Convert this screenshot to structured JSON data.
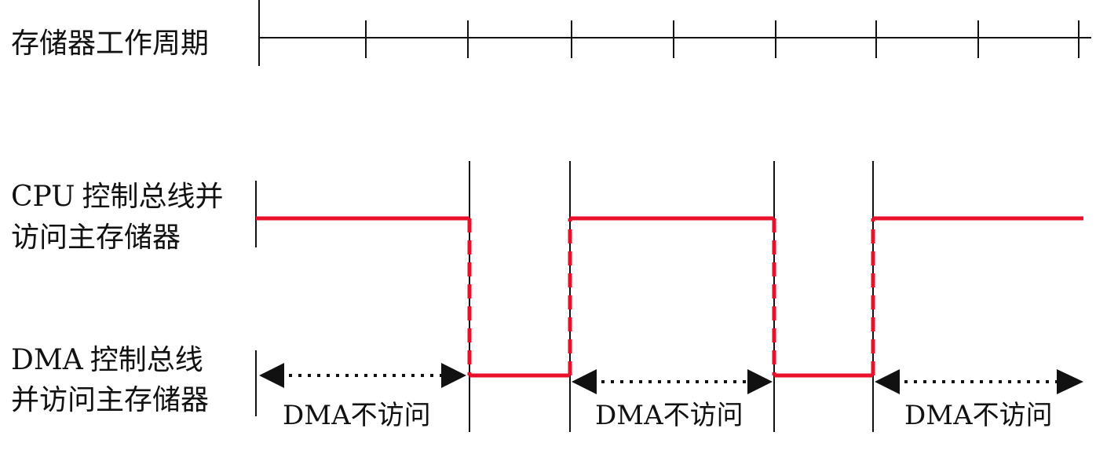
{
  "labels": {
    "memory_cycle": "存储器工作周期",
    "cpu_line1_latin": "CPU",
    "cpu_line1_cjk": "控制总线并",
    "cpu_line2": "访问主存储器",
    "dma_line1_latin": "DMA",
    "dma_line1_cjk": "控制总线",
    "dma_line2": "并访问主存储器"
  },
  "no_access_labels": [
    {
      "latin": "DMA",
      "cjk": "不访问"
    },
    {
      "latin": "DMA",
      "cjk": "不访问"
    },
    {
      "latin": "DMA",
      "cjk": "不访问"
    }
  ],
  "colors": {
    "line": "#111111",
    "signal": "#e8102a"
  }
}
